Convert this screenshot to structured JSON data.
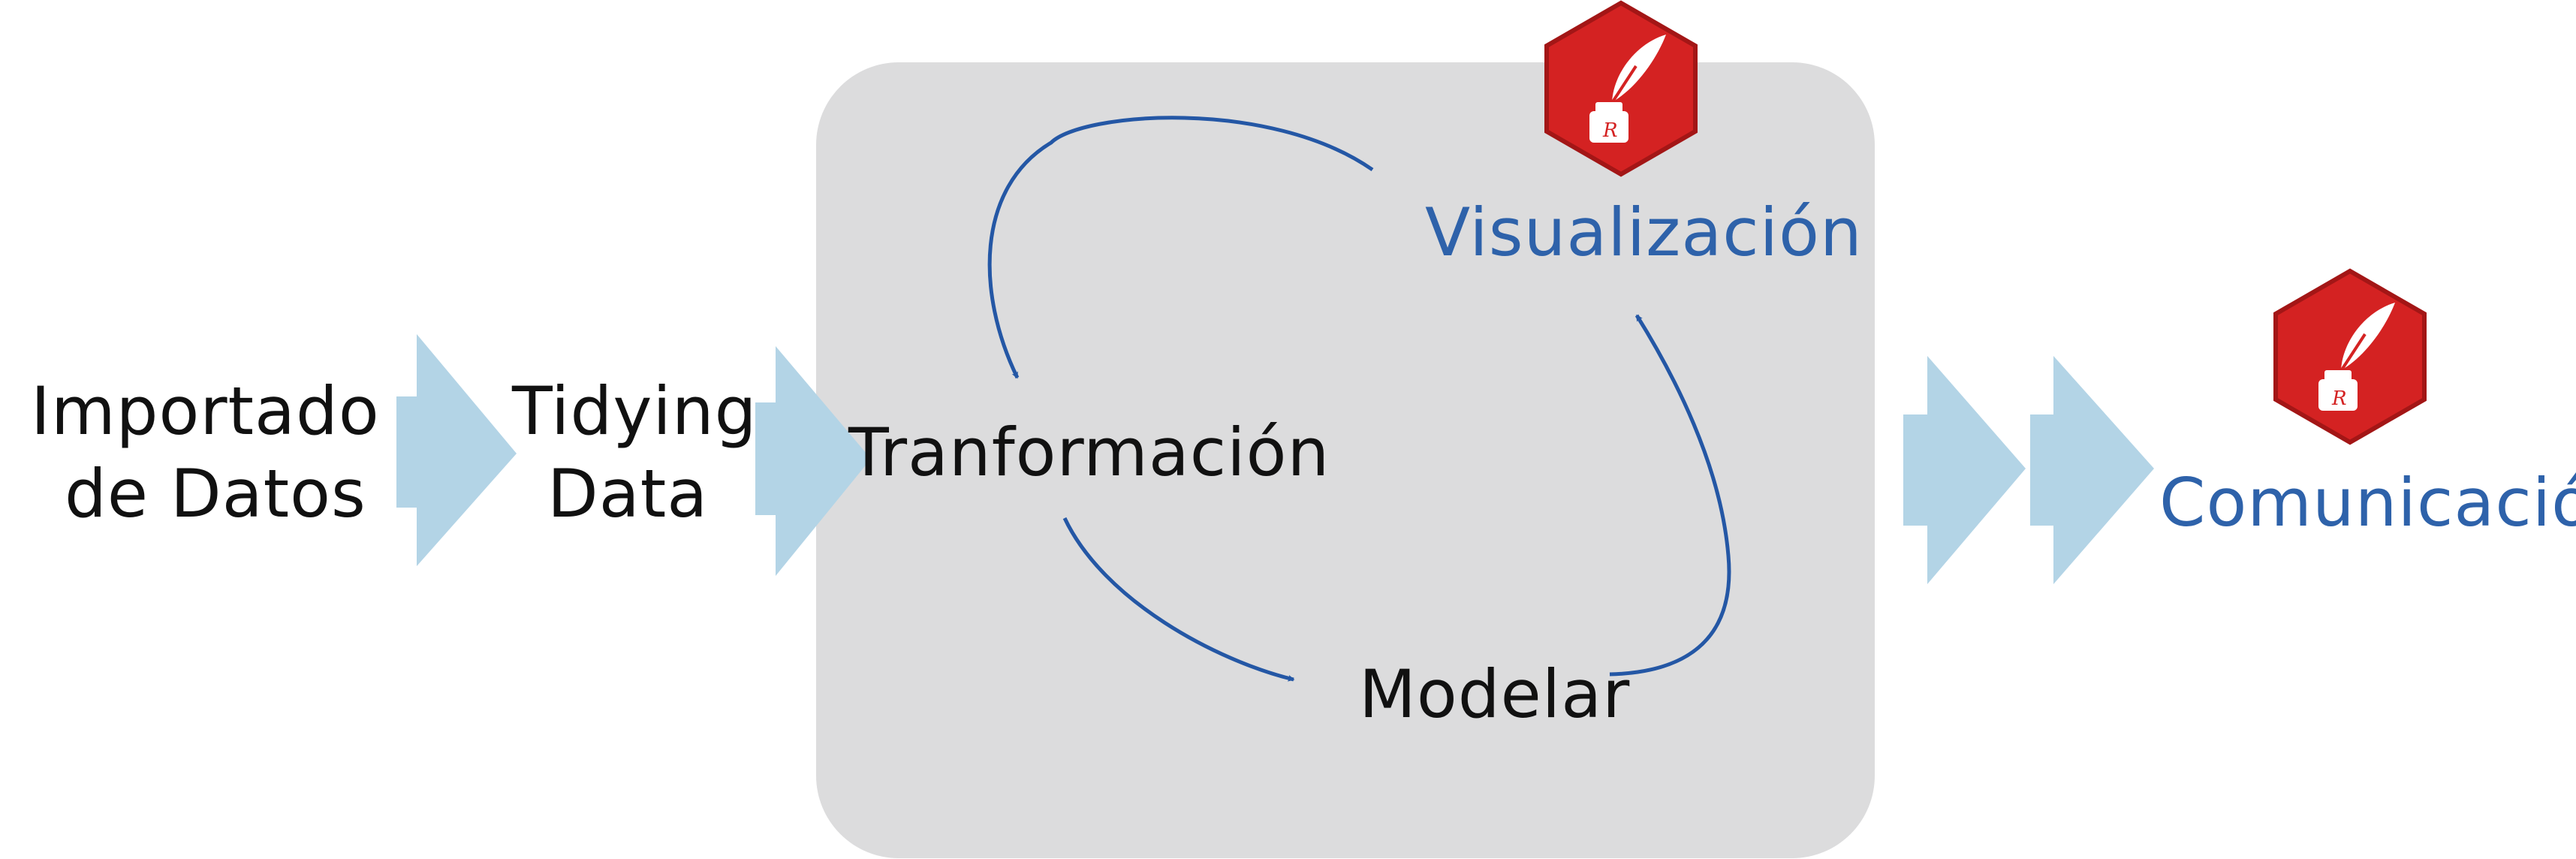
{
  "colors": {
    "panel": "#dcdcdd",
    "chevron": "#b3d4e6",
    "cycle_arrow": "#2457a5",
    "text_dark": "#111111",
    "text_blue": "#2e62aa",
    "badge_red": "#d42222",
    "badge_border": "#a31616"
  },
  "steps": {
    "import_line1": "Importado",
    "import_line2": "de Datos",
    "tidy_line1": "Tidying",
    "tidy_line2": "Data",
    "transform": "Tranformación",
    "model": "Modelar",
    "visualize": "Visualización",
    "communicate": "Comunicación"
  },
  "badge_icon": "quill-and-inkwell-icon",
  "badge_letter": "R"
}
